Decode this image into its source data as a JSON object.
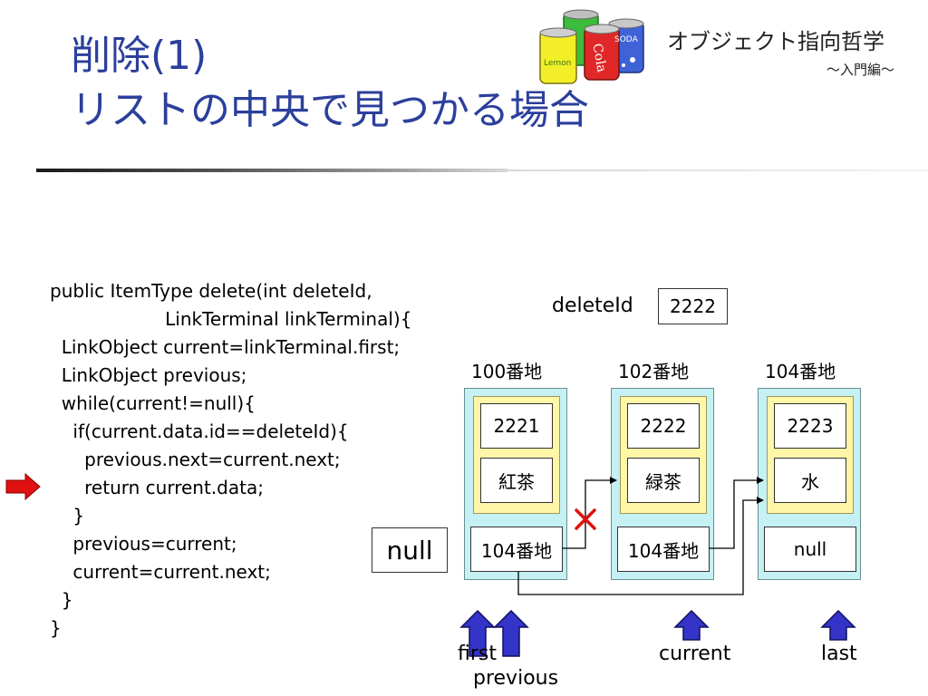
{
  "title": {
    "line1": "削除(1)",
    "line2": "リストの中央で見つかる場合"
  },
  "brand": {
    "name": "オブジェクト指向哲学",
    "subtitle": "～入門編～",
    "logo_text": [
      "Lemon",
      "Cola",
      "SODA"
    ]
  },
  "code": [
    "public ItemType delete(int deleteId,",
    "                    LinkTerminal linkTerminal){",
    "  LinkObject current=linkTerminal.first;",
    "  LinkObject previous;",
    "  while(current!=null){",
    "    if(current.data.id==deleteId){",
    "      previous.next=current.next;",
    "      return current.data;",
    "    }",
    "    previous=current;",
    "    current=current.next;",
    "  }",
    "}"
  ],
  "diagram": {
    "delete_id_label": "deleteId",
    "delete_id_value": "2222",
    "null_box": "null",
    "nodes": [
      {
        "address": "100番地",
        "id": "2221",
        "data": "紅茶",
        "next": "104番地"
      },
      {
        "address": "102番地",
        "id": "2222",
        "data": "緑茶",
        "next": "104番地"
      },
      {
        "address": "104番地",
        "id": "2223",
        "data": "水",
        "next": "null"
      }
    ],
    "pointer_labels": {
      "first": "first",
      "previous": "previous",
      "current": "current",
      "last": "last"
    },
    "colors": {
      "title": "#2b3f9c",
      "node_bg": "#c5f0f4",
      "data_bg": "#fff6a8",
      "pointer_arrow": "#3434c8",
      "cross": "#e01010",
      "code_marker": "#e01010"
    }
  }
}
